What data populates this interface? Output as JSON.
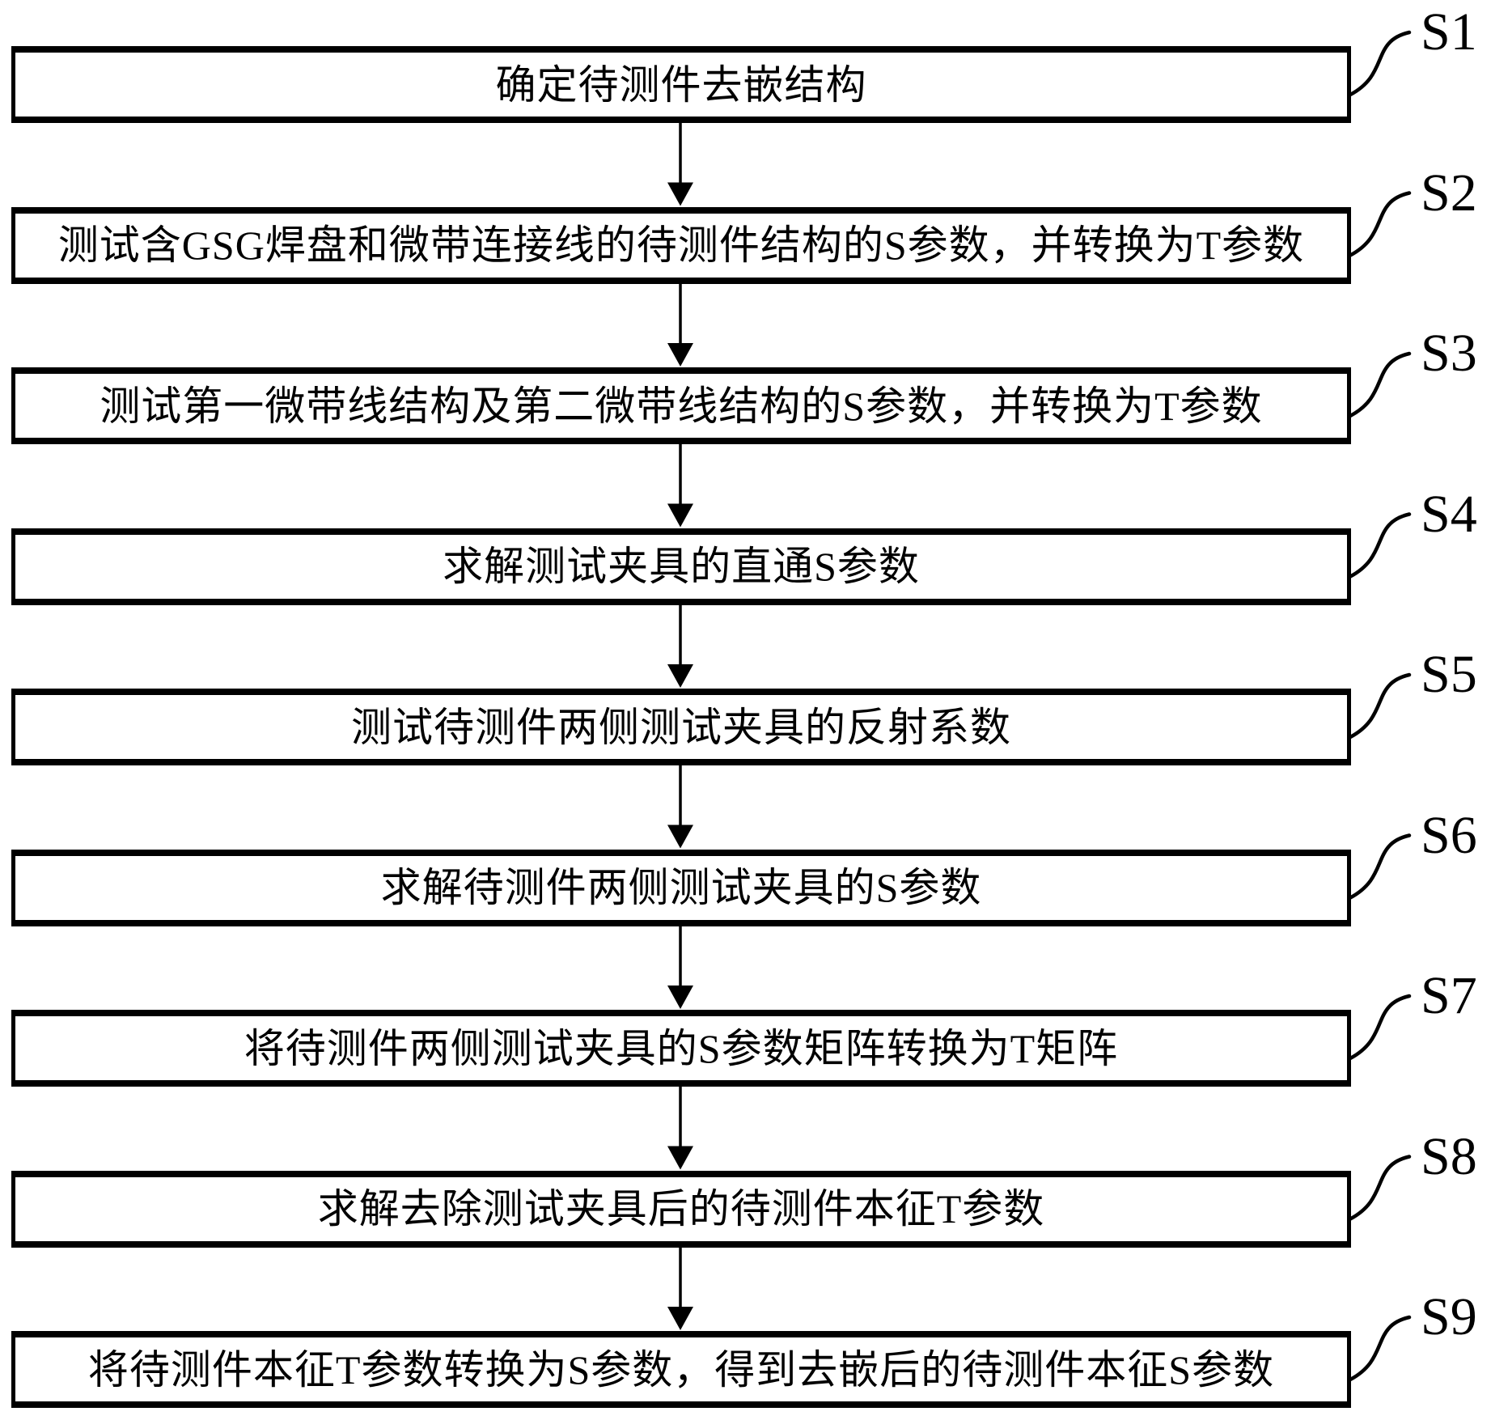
{
  "figure": {
    "type": "flowchart",
    "direction": "top-down",
    "background_color": "#ffffff",
    "line_color": "#000000",
    "steps": [
      {
        "tag": "S1",
        "text": "确定待测件去嵌结构"
      },
      {
        "tag": "S2",
        "text": "测试含GSG焊盘和微带连接线的待测件结构的S参数，并转换为T参数"
      },
      {
        "tag": "S3",
        "text": "测试第一微带线结构及第二微带线结构的S参数，并转换为T参数"
      },
      {
        "tag": "S4",
        "text": "求解测试夹具的直通S参数"
      },
      {
        "tag": "S5",
        "text": "测试待测件两侧测试夹具的反射系数"
      },
      {
        "tag": "S6",
        "text": "求解待测件两侧测试夹具的S参数"
      },
      {
        "tag": "S7",
        "text": "将待测件两侧测试夹具的S参数矩阵转换为T矩阵"
      },
      {
        "tag": "S8",
        "text": "求解去除测试夹具后的待测件本征T参数"
      },
      {
        "tag": "S9",
        "text": "将待测件本征T参数转换为S参数，得到去嵌后的待测件本征S参数"
      }
    ]
  }
}
